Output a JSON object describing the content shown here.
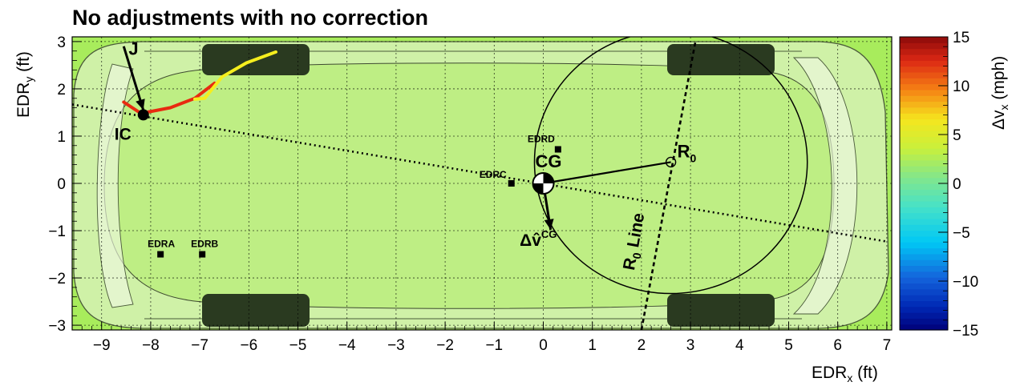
{
  "chart_data": {
    "type": "scatter",
    "title": "No adjustments with no correction",
    "xlabel": "EDR",
    "xlabel_sub": "x",
    "xlabel_unit": " (ft)",
    "ylabel": "EDR",
    "ylabel_sub": "y",
    "ylabel_unit": " (ft)",
    "xlim": [
      -9.6,
      7.1
    ],
    "ylim": [
      -3.1,
      3.1
    ],
    "x_ticks": [
      -9,
      -8,
      -7,
      -6,
      -5,
      -4,
      -3,
      -2,
      -1,
      0,
      1,
      2,
      3,
      4,
      5,
      6,
      7
    ],
    "y_ticks": [
      -3,
      -2,
      -1,
      0,
      1,
      2,
      3
    ],
    "x_tick_labels": [
      "−9",
      "−8",
      "−7",
      "−6",
      "−5",
      "−4",
      "−3",
      "−2",
      "−1",
      "0",
      "1",
      "2",
      "3",
      "4",
      "5",
      "6",
      "7"
    ],
    "y_tick_labels": [
      "−3",
      "−2",
      "−1",
      "0",
      "1",
      "2",
      "3"
    ],
    "grid": true,
    "background_color": "#a8ec5c",
    "colorbar": {
      "label": "Δv",
      "label_sub": "x",
      "label_unit": " (mph)",
      "range": [
        -15,
        15
      ],
      "ticks": [
        -15,
        -10,
        -5,
        0,
        5,
        10,
        15
      ],
      "tick_labels": [
        "−15",
        "−10",
        "−5",
        "0",
        "5",
        "10",
        "15"
      ]
    },
    "points": [
      {
        "name": "EDRA",
        "x": -7.8,
        "y": -1.5
      },
      {
        "name": "EDRB",
        "x": -6.95,
        "y": -1.5
      },
      {
        "name": "EDRC",
        "x": -0.65,
        "y": 0.0
      },
      {
        "name": "EDRD",
        "x": 0.3,
        "y": 0.72
      }
    ],
    "special_points": {
      "cg": {
        "label": "CG",
        "x": 0.0,
        "y": 0.0
      },
      "ic": {
        "label": "IC",
        "x": -8.15,
        "y": 1.45
      },
      "r0": {
        "label": "R",
        "label_sub": "0",
        "x": 2.6,
        "y": 0.45
      }
    },
    "labels": {
      "j": "J",
      "dv": "Δv̂",
      "dv_sup": "CG",
      "r0_line": "R",
      "r0_line_sub": "0",
      "r0_line_rest": " Line"
    },
    "trajectory_series": [
      {
        "color": "#e82a10",
        "points": [
          [
            -8.55,
            1.72
          ],
          [
            -8.2,
            1.48
          ],
          [
            -7.6,
            1.6
          ],
          [
            -7.1,
            1.8
          ],
          [
            -6.7,
            2.12
          ]
        ]
      },
      {
        "color": "#f5ee1e",
        "points": [
          [
            -7.1,
            1.78
          ],
          [
            -6.9,
            1.8
          ],
          [
            -6.55,
            2.25
          ],
          [
            -6.05,
            2.55
          ],
          [
            -5.45,
            2.78
          ]
        ]
      }
    ],
    "zero_line": {
      "x": [
        -9.6,
        7.0
      ],
      "y": [
        1.67,
        -1.23
      ]
    },
    "r0_line": {
      "x": [
        2.0,
        3.1
      ],
      "y": [
        -3.1,
        3.0
      ]
    },
    "circle": {
      "cx": 2.6,
      "cy": 0.45,
      "r": 2.78
    },
    "cg_vector": {
      "x": [
        0.0,
        0.15
      ],
      "y": [
        0.0,
        -0.98
      ]
    },
    "j_vector": {
      "x": [
        -8.55,
        -8.15
      ],
      "y": [
        2.9,
        1.45
      ]
    }
  }
}
